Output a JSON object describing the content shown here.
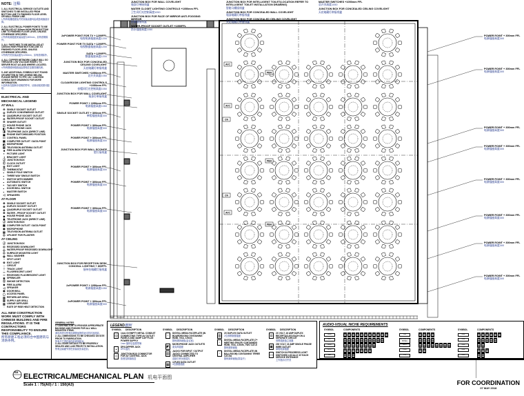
{
  "notes": {
    "heading": "NOTE:",
    "heading_cn": "注释:",
    "items": [
      {
        "en": "1. ALL ELECTRICAL SERVICE OUTLETS AND SWITCHES TO BE INSTALLED FROM BOTTOM LINE TO FINISHED FLOOR LEVEL OR WALL FINISH LINE.",
        "cn": "1.所有电器插座及开关安装高度均由成品地面起计算。"
      },
      {
        "en": "2. ALL ELECTRICAL POWER POINTS TO BE INSTALLED AT 300mm HIGH FROM BOTTOM LINE TO FINISHED FLOOR LEVEL UNLESS OTHERWISE SPECIFIED.",
        "cn": "2.所有电源插座安装高度为300mm，另有说明除外。"
      },
      {
        "en": "3. ALL SWITCHES TO BE INSTALLED AT 1200mm HIGH FROM BOTTOM LINE TO FINISHED FLOOR LEVEL UNLESS OTHERWISE SPECIFIED.",
        "cn": "3.所有开关安装高度为1200mm，另有说明除外。"
      },
      {
        "en": "4. ALL COPPER NETWORK CABLE WILL GO THROUGH LOW VOLTAGE RISER # TO SERVER ROOT AS AND WHERE LOCATED.",
        "cn": "4.所有铜缆网络线经由弱电井至服务器机房。"
      },
      {
        "en": "5. ANY ADDITIONAL SYMBOLS NOT FOUND OR WRITTEN IN THE LEGEND BELOW, PLEASE REFER TO FFE / AV / LIGHTING CONSULTANT DRAWINGS FOR MORE INFORMATION.",
        "cn": "5.如有未在图例中说明的符号，请参阅相关顾问图纸。"
      }
    ]
  },
  "legend_left": {
    "title": "ELECTRICAL AND MECHANICAL LEGEND",
    "sections": [
      {
        "title": "AT WALL",
        "items": [
          {
            "sym": "⊖",
            "label": "SINGLE SOCKET OUTLET"
          },
          {
            "sym": "⊜",
            "label": "DUPLEX CONVENIENCE OUTLET"
          },
          {
            "sym": "⊜",
            "label": "QUADRUPLE SOCKET OUTLET"
          },
          {
            "sym": "⊖",
            "label": "WATER-PROOF SOCKET OUTLET"
          },
          {
            "sym": "⊖",
            "label": "SHAVER OUTLET"
          },
          {
            "sym": "◫",
            "label": "HOUSE PHONE JACK"
          },
          {
            "sym": "◧",
            "label": "PUBLIC PHONE JACK"
          },
          {
            "sym": "◨",
            "label": "TELEPHONE JACK (DIRECT LINE)"
          },
          {
            "sym": "▣",
            "label": "PHONE SWITCHBOARD POSITION"
          },
          {
            "sym": "▭",
            "label": "CONTROL PANEL"
          },
          {
            "sym": "▦",
            "label": "COMPUTER OUTLET / DATA POINT"
          },
          {
            "sym": "◩",
            "label": "MICROPHONE"
          },
          {
            "sym": "▤",
            "label": "TELEVISION ANTENNA OUTLET"
          },
          {
            "sym": "■",
            "label": "FIRE ALARM STATION"
          },
          {
            "sym": "◐",
            "label": "PICTURE LIGHT"
          },
          {
            "sym": "◑",
            "label": "BRACKET LIGHT"
          },
          {
            "sym": "Ⓙ",
            "label": "JUNCTION BOX"
          },
          {
            "sym": "Ⓒ",
            "label": "CLOCK OUTLET"
          },
          {
            "sym": "⊗",
            "label": "EXIT LIGHT"
          },
          {
            "sym": "Ⓣ",
            "label": "THERMOSTAT"
          },
          {
            "sym": "╸",
            "label": "SINGLE POLE SWITCH"
          },
          {
            "sym": "╸",
            "label": "THREE WAY SINGLE SWITCH"
          },
          {
            "sym": "╸",
            "label": "SWITCH WITH DIMMER"
          },
          {
            "sym": "╸",
            "label": "AUTOMATIC SWITCH"
          },
          {
            "sym": "╸",
            "label": "TAG KEY SWITCH"
          },
          {
            "sym": "╸",
            "label": "DOOR BELL SWITCH"
          },
          {
            "sym": "╸",
            "label": "MASTER SWITCH"
          },
          {
            "sym": "◁",
            "label": "SPEAKERS"
          }
        ]
      },
      {
        "title": "AT FLOOR",
        "items": [
          {
            "sym": "⊕",
            "label": "SINGLE SOCKET OUTLET"
          },
          {
            "sym": "⊕",
            "label": "DUPLEX SOCKET OUTLET"
          },
          {
            "sym": "⊕",
            "label": "QUADRUPLE SOCKET OUTLET"
          },
          {
            "sym": "⊕",
            "label": "WATER - PROOF SOCKET OUTLET"
          },
          {
            "sym": "◆",
            "label": "HOUSE PHONE JACK"
          },
          {
            "sym": "◆",
            "label": "TELEPHONE JACK (DIRECT LINE)"
          },
          {
            "sym": "Ⓙ",
            "label": "JUNCTION BOX"
          },
          {
            "sym": "▦",
            "label": "COMPUTER OUTLET / DATA POINT"
          },
          {
            "sym": "◉",
            "label": "MICROPHONE"
          },
          {
            "sym": "▤",
            "label": "TELEVISION ANTENNA OUTLET"
          },
          {
            "sym": "◎",
            "label": "UPLIGHT FOR PLANTER"
          }
        ]
      },
      {
        "title": "AT CEILING",
        "items": [
          {
            "sym": "Ⓙ",
            "label": "JUNCTION BOX"
          },
          {
            "sym": "◎",
            "label": "RECESSED DOWNLIGHT"
          },
          {
            "sym": "◎",
            "label": "WATER-PROOF RECESSED DOWNLIGHT"
          },
          {
            "sym": "◎",
            "label": "SURFACE MOUNTED LIGHT"
          },
          {
            "sym": "◍",
            "label": "WALL WASHER"
          },
          {
            "sym": "○",
            "label": "SPOT LIGHT"
          },
          {
            "sym": "⊗",
            "label": "EXIT LIGHT"
          },
          {
            "sym": "─",
            "label": "CIRCUIT"
          },
          {
            "sym": "┼",
            "label": "TRACK LIGHT"
          },
          {
            "sym": "═",
            "label": "FLUORESCENT LIGHT"
          },
          {
            "sym": "═",
            "label": "RECESSED FLUORESCENT LIGHT"
          },
          {
            "sym": "✱",
            "label": "SPRINKLER"
          },
          {
            "sym": "Ⓢ",
            "label": "SMOKE DETECTION"
          },
          {
            "sym": "◈",
            "label": "FIRE ALARM"
          },
          {
            "sym": "◁",
            "label": "SPEAKER"
          },
          {
            "sym": "◉",
            "label": "DOOR BELL"
          },
          {
            "sym": "▢",
            "label": "ACCESS PANEL"
          },
          {
            "sym": "▥",
            "label": "RETURN AIR GRILL"
          },
          {
            "sym": "▥",
            "label": "SUPPLY AIR GRILL"
          },
          {
            "sym": "▥",
            "label": "LINEAR DIFFUSER"
          },
          {
            "sym": "◌",
            "label": "RATE OF RISE HEAT DETECTION"
          }
        ]
      }
    ]
  },
  "compliance_note": {
    "en": "ALL NEW CONSTRUCTION WORK MUST COMPLY WITH CHINESE BUILDING AND FIRE REGULATIONS. IT IS THE CONTRACTORS RESPONSIBILITY TO ENSURE THIS COMPLIANCE.",
    "cn": "所有新建工程必须符合中国建筑与消防条例。"
  },
  "general_notes": {
    "title": "GENERAL NOTES",
    "items": [
      {
        "en": "1. CONTRACTOR TO PROVIDE APPROPRIATE BACKING AND FIXINGS FOR ALL WALL MOUNTED ITEMS.",
        "cn": "承包商须为所有挂墙物品提供适当背衬及固定。"
      },
      {
        "en": "2. ALL DIMENSIONS TO BE CHECKED ON SITE PRIOR TO FABRICATION.",
        "cn": "所有尺寸须在制作前现场核对。"
      },
      {
        "en": "3. ALL EDGE DETAILS TO BE PROPERLY SEALED AND LAID PRIOR TO INSTALLATION.",
        "cn": "所有边缘细节须在安装前妥善密封。"
      }
    ]
  },
  "plan_labels_left": [
    {
      "en": "2xPOWER POINT FOR TV + 1200FFL",
      "cn": "电视电源插座高度1200"
    },
    {
      "en": "POWER POINT FOR TV DATA + 1200FFL",
      "cn": "电视数据插座高度1200"
    },
    {
      "en": "DATA + 1200FFL",
      "cn": "数据插座高度1200"
    },
    {
      "en": "JUNCTION BOX FOR CONCEALED CEILING COVELIGHT",
      "cn": "天花暗藏灯带接线盒"
    },
    {
      "en": "MASTER SWITCHES +1050mm FFL",
      "cn": "总开关高度1050"
    },
    {
      "en": "CLOAKROOM LIGHTING CONTROLS +1050mm FFL",
      "cn": "衣帽间灯光控制高度1050"
    },
    {
      "en": "JUNCTION BOX FOR WALL COVELIGHT",
      "cn": "墙身灯带接线盒"
    },
    {
      "en": "POWER POINT + 1050mm FFL",
      "cn": "电源插座高度1050"
    },
    {
      "en": "SINGLE SOCKET OUTLET + 300mm FFL",
      "cn": "单相插座高度300"
    },
    {
      "en": "POWER POINT + 300mm FFL",
      "cn": "电源插座高度300"
    },
    {
      "en": "POWER POINT + 300mm FFL",
      "cn": "电源插座高度300"
    },
    {
      "en": "JUNCTION BOX FOR WALL SCONCE",
      "cn": "壁灯接线盒"
    },
    {
      "en": "POWER POINT + 300mm FFL",
      "cn": "电源插座高度300"
    },
    {
      "en": "POWER POINT + 300mm FFL",
      "cn": "电源插座高度300"
    },
    {
      "en": "POWER POINT + 300mm FFL",
      "cn": "电源插座高度300"
    },
    {
      "en": "JUNCTION BOX FOR RECEPTION DESK CONCEAL LIGHTING + 800FFL",
      "cn": "接待台暗藏灯接线盒"
    },
    {
      "en": "2xPOWER POINT + 1050mm FFL",
      "cn": "电源插座高度1050"
    },
    {
      "en": "2xPOWER POINT + 300mm FFL",
      "cn": "电源插座高度300"
    }
  ],
  "plan_labels_top": [
    {
      "en": "JUNCTION BOX FOR WALL COVELIGHT",
      "cn": "墙身灯带接线盒"
    },
    {
      "en": "WATER CLOSET LIGHTING CONTROLS +1050mm FFL",
      "cn": "卫生间灯光控制高度1050"
    },
    {
      "en": "JUNCTION BOX FOR FACE OF MIRROR ANTI-FOGGING MIRROR",
      "cn": "防雾镜接线盒"
    },
    {
      "en": "WATER-PROOF SOCKET OUTLET +1050FFL",
      "cn": "防水插座高度1050"
    },
    {
      "en": "JUNCTION BOX FOR INTELLIGENT TOILET(LOCATION REFER TO INTELLIGENT TOILET INSTALLATION DRAWING)",
      "cn": "智能马桶接线盒"
    },
    {
      "en": "JUNCTION BOX FOR CONCEALED WALL COVELIGHT",
      "cn": "墙身暗藏灯带接线盒"
    },
    {
      "en": "JUNCTION BOX FOR CONCEALED CEILING COVELIGHT",
      "cn": "天花暗藏灯带接线盒"
    },
    {
      "en": "MASTER SWITCHES +1050mm FFL",
      "cn": "总开关高度1050"
    },
    {
      "en": "JUNCTION BOX FOR CONCEALED CEILING COVELIGHT",
      "cn": "天花暗藏灯带接线盒"
    }
  ],
  "plan_labels_right": [
    {
      "en": "POWER POINT + 300mm FFL",
      "cn": "电源插座高度300"
    },
    {
      "en": "POWER POINT + 300mm FFL",
      "cn": "电源插座高度300"
    },
    {
      "en": "POWER POINT + 300mm FFL",
      "cn": "电源插座高度300"
    },
    {
      "en": "POWER POINT + 300mm FFL",
      "cn": "电源插座高度300"
    },
    {
      "en": "POWER POINT + 300mm FFL",
      "cn": "电源插座高度300"
    },
    {
      "en": "POWER POINT + 300mm FFL",
      "cn": "电源插座高度300"
    },
    {
      "en": "POWER POINT + 300mm FFL",
      "cn": "电源插座高度300"
    },
    {
      "en": "POWER POINT + 300mm FFL",
      "cn": "电源插座高度300"
    }
  ],
  "plan_tags": [
    "PBH",
    "PBH",
    "PBH",
    "AVC",
    "AVC",
    "AVC",
    "CN",
    "CN"
  ],
  "legend_box": {
    "title": "LEGEND",
    "title_cn": "图例",
    "col_symbol": "SYMBOL",
    "col_description": "DESCRIPTION",
    "items": [
      {
        "sym": "◎",
        "en": "1mm GI EMPTY METAL CONDUIT CONNECTING TYPE AV OUTLET PANELS AND 3AMP CAP PLUG POWER SUPPLY",
        "cn": "1mm 镀锌空金属导管"
      },
      {
        "sym": "▪",
        "en": "DPA DIPPER JACK",
        "cn": "DPA 插孔"
      },
      {
        "sym": "◊",
        "en": "JUNCTION BOX CONNECTOR FOR AV CONTROL JACK",
        "cn": "影音控制接线盒"
      },
      {
        "sym": "▫",
        "en": "DIGITAL MEDIA FACEPLATE (IN BOARDROOM) CONTAINING HDMI, VGA, 3.5mm",
        "cn": "数码媒体面板(会议室)"
      },
      {
        "sym": "◩",
        "en": "MICROPHONE JACK OUTLETS",
        "cn": "麦克风插座"
      },
      {
        "sym": "▥",
        "en": "JACKS FOR INPUT / OUTPUT JACKS CONNECTED TO CENTRAL AMPLIFIER",
        "cn": "连接中央功放插孔"
      },
      {
        "sym": "▦",
        "en": "4-PLEX DATA OUTLET",
        "cn": "4位数据插座"
      },
      {
        "sym": "▥",
        "en": "2X DUPLEX DATA OUTLET",
        "cn": "2位双联数据插座"
      },
      {
        "sym": "▫",
        "en": "DIGITAL MEDIA FACEPLATE (7+ MEETING SPACE) CONTAINING HDMI, VGA, 3.5mm, TWO CAT-6",
        "cn": "数码媒体面板"
      },
      {
        "sym": "▫",
        "en": "DIGITAL MEDIA FACEPLATE (IN BALLROOM) CONTAINING THREE CAT-6A",
        "cn": "数码媒体面板(宴会厅)"
      },
      {
        "sym": "◘",
        "en": "2X VOLT, 16 AMP DUPLEX RECEPTACLES EACH ON A SEPARATE CIRCUIT",
        "cn": "双联插座独立回路"
      },
      {
        "sym": "▣",
        "en": "230 VOLT, 16 AMP SINGLE PHASE WIRE OUTLET",
        "cn": "单相电源插座"
      },
      {
        "sym": "▭",
        "en": "SWITCH IN PROGRESS LIGHT SWITCHED LOCALLY AT EACH SERVICE ENTRANCE",
        "cn": "工作指示灯开关"
      }
    ]
  },
  "av_niche": {
    "title": "AUDIO-VISUAL NICHE REQUIREMENTS",
    "col_symbol": "SYMBOL",
    "col_components": "COMPONENTS",
    "rows": [
      {
        "sym": "AVM",
        "n": 11
      },
      {
        "sym": "AVT",
        "n": 10
      },
      {
        "sym": "AVM",
        "n": 8
      },
      {
        "sym": "AVC",
        "n": 7
      },
      {
        "sym": "AVI",
        "n": 3
      },
      {
        "sym": "CD",
        "n": 4
      },
      {
        "sym": "BROADCAST PANEL",
        "n": 4
      },
      {
        "sym": "AVO",
        "n": 8
      },
      {
        "sym": "PBD",
        "n": 2
      },
      {
        "sym": "CN",
        "n": 0
      },
      {
        "sym": "FB1",
        "n": 6
      },
      {
        "sym": "FB2",
        "n": 5
      },
      {
        "sym": "FB3",
        "n": 2
      },
      {
        "sym": "FB4",
        "n": 3
      },
      {
        "sym": "FB5",
        "n": 2
      }
    ]
  },
  "title_block": {
    "drawing_no": "EM",
    "title": "ELECTRICAL/MECHANICAL PLAN",
    "title_cn": "机电平面图",
    "scale": "Scale 1 : 75(A0) / 1 : 150(A3)",
    "stamp": "FOR COORDINATION",
    "date": "07 MAY 2018"
  }
}
